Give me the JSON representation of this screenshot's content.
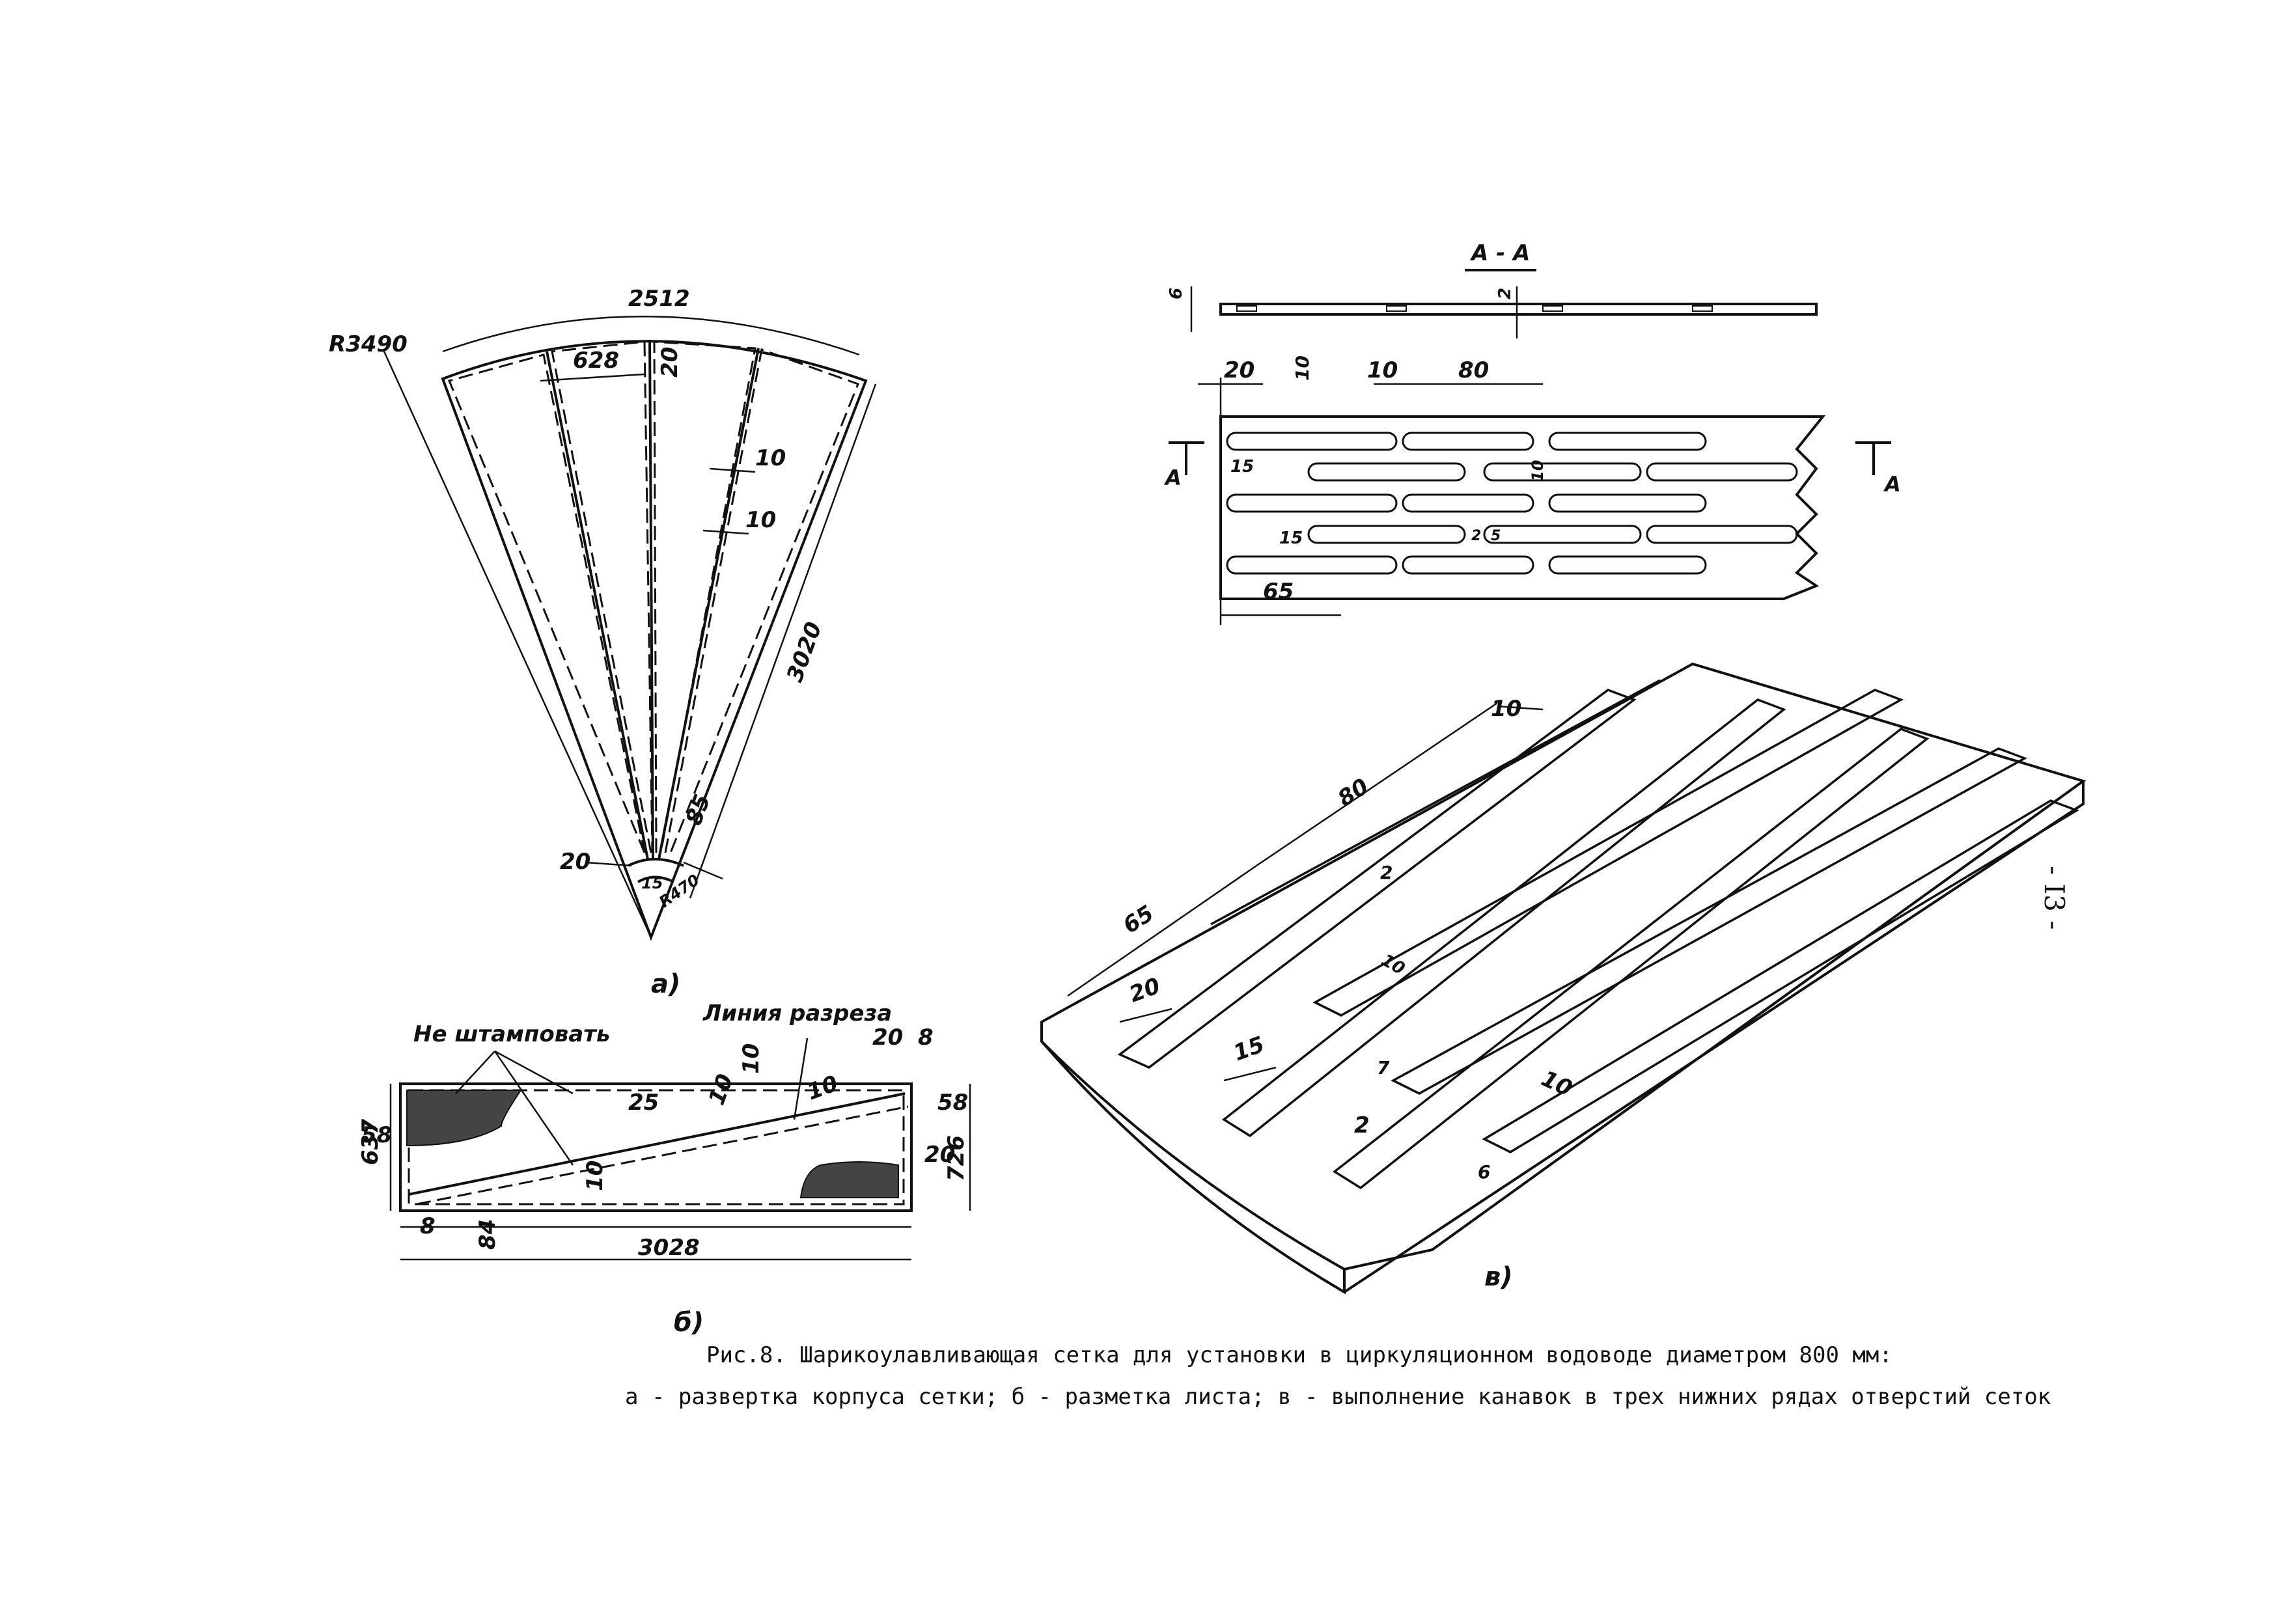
{
  "figure_a": {
    "label": "а)",
    "dims": [
      "2512",
      "R3490",
      "628",
      "20",
      "10",
      "10",
      "3020",
      "85",
      "20",
      "15",
      "R470"
    ]
  },
  "figure_b": {
    "label": "б)",
    "note_no_stamp": "Не штамповать",
    "note_cut_line": "Линия разреза",
    "dims": [
      "20",
      "8",
      "10",
      "637",
      "58",
      "25",
      "10",
      "10",
      "58",
      "726",
      "20",
      "10",
      "8",
      "84",
      "3028"
    ]
  },
  "section": {
    "title": "А - А",
    "dims": [
      "6",
      "2"
    ]
  },
  "plan": {
    "dims": [
      "20",
      "10",
      "10",
      "80",
      "15",
      "10",
      "15",
      "65",
      "2",
      "5"
    ],
    "mark_left": "А",
    "mark_right": "А"
  },
  "figure_v": {
    "label": "в)",
    "dims": [
      "10",
      "80",
      "65",
      "2",
      "10",
      "20",
      "15",
      "7",
      "10",
      "2",
      "6"
    ]
  },
  "caption": {
    "line1": "Рис.8. Шарикоулавливающая сетка для установки в циркуляционном водоводе диаметром 800 мм:",
    "line2": "а - развертка корпуса сетки; б - разметка листа; в - выполнение канавок в трех нижних рядах отверстий сеток"
  },
  "page_number": "- I3 -"
}
